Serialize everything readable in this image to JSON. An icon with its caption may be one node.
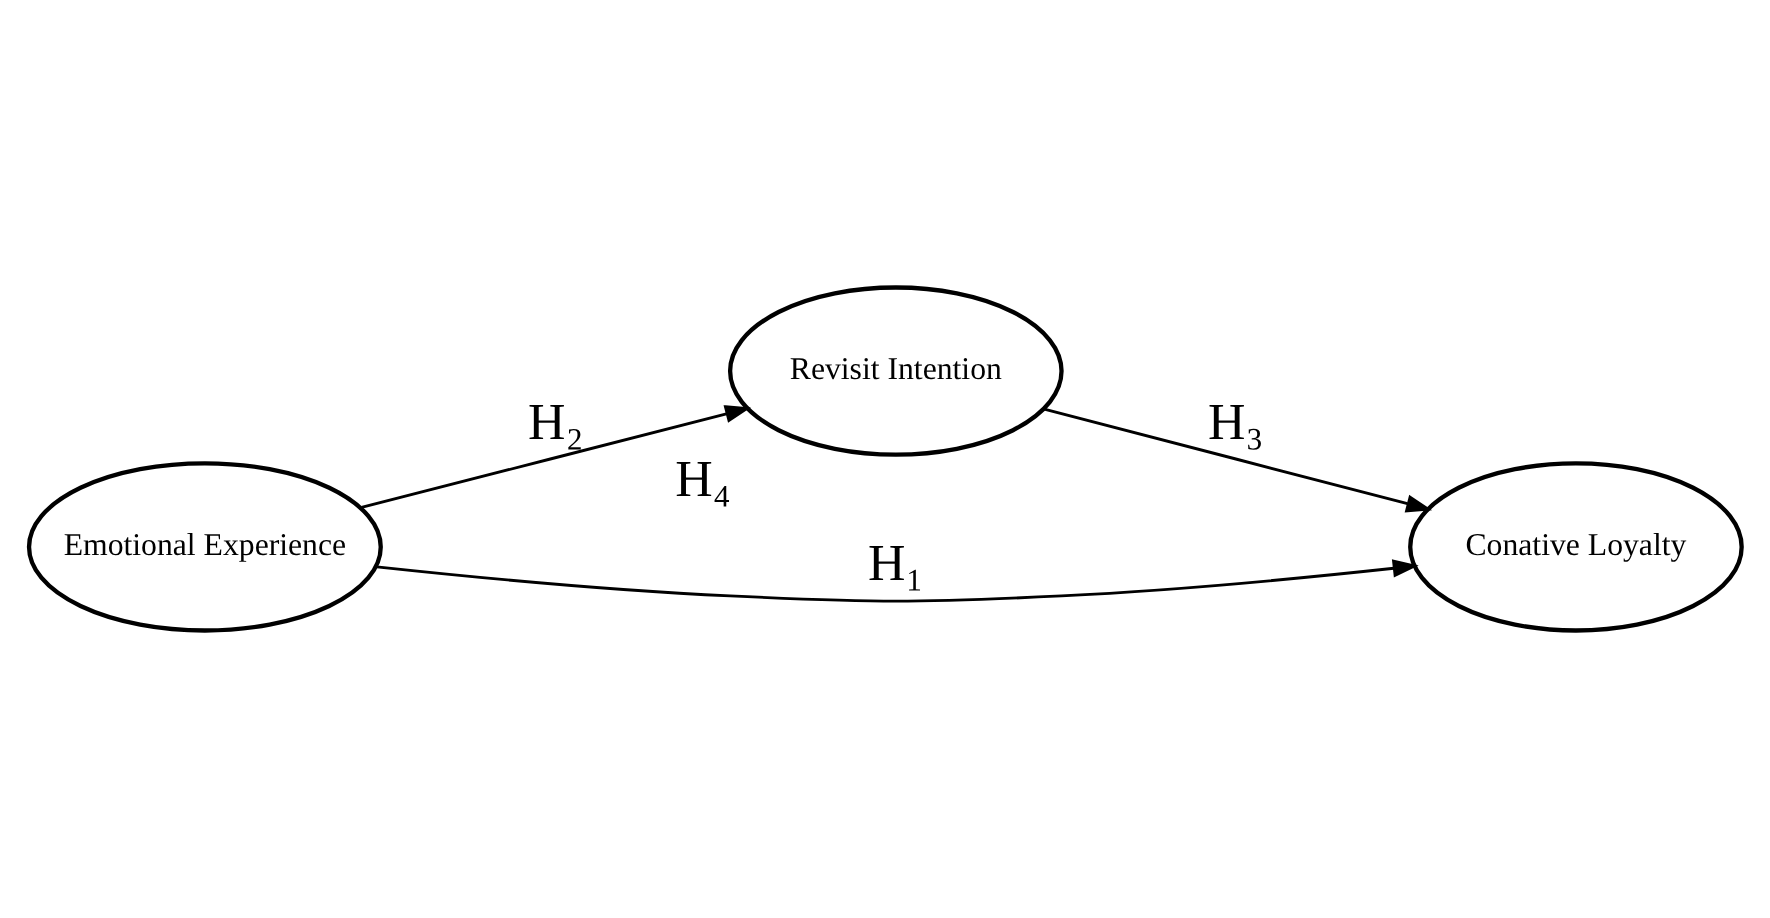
{
  "diagram": {
    "nodes": [
      {
        "text": [
          "Emotional Experience"
        ]
      },
      {
        "text": [
          "Revisit Intention"
        ],
        "beside": [
          "H₄"
        ]
      },
      {
        "text": [
          "Conative Loyalty"
        ]
      }
    ],
    "edges": [
      {
        "from": 0,
        "to": 1,
        "arrow": "to",
        "label": "H₂"
      },
      {
        "from": 1,
        "to": 2,
        "arrow": "to",
        "label": "H₃"
      },
      {
        "from": 0,
        "to": 2,
        "arrow": "to",
        "label": "H₁"
      }
    ]
  }
}
